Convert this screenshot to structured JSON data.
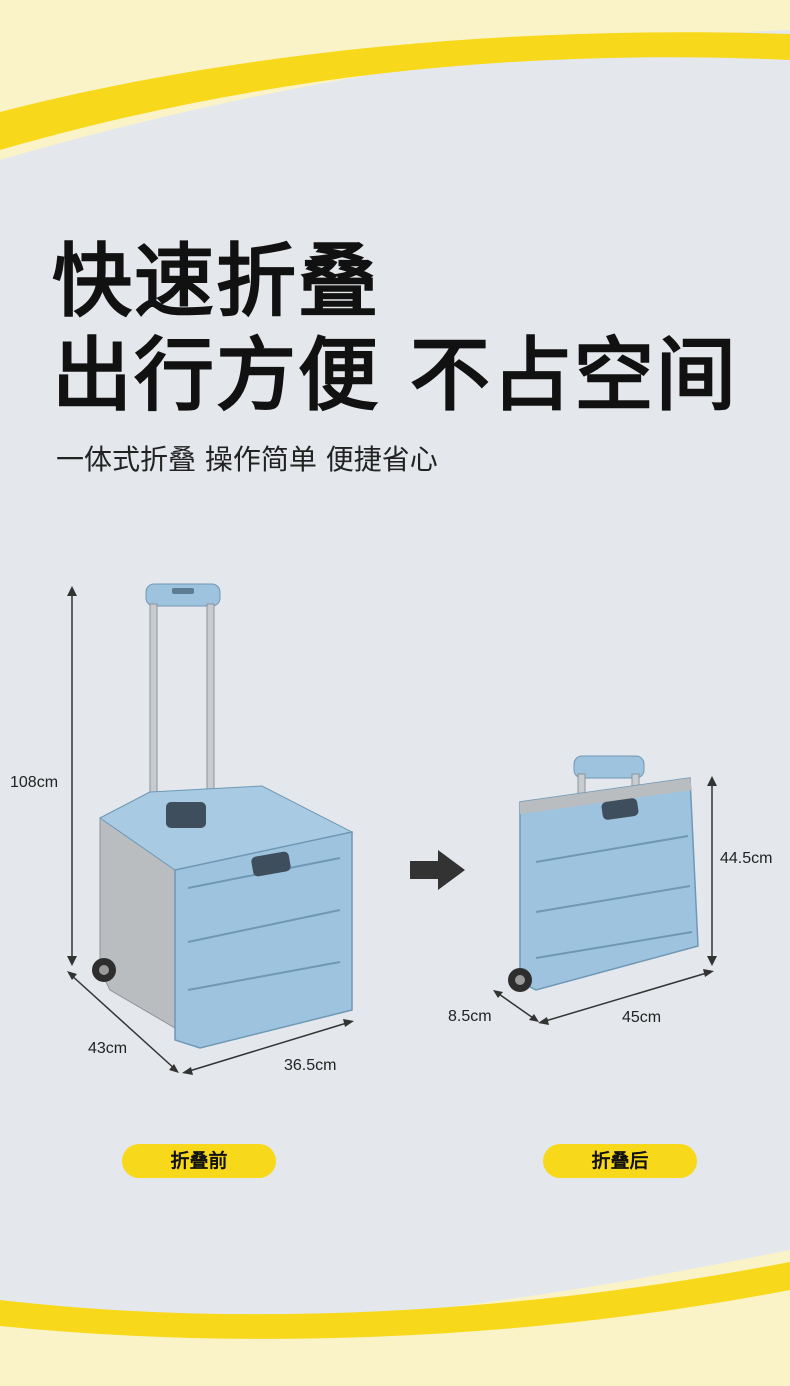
{
  "headline": {
    "line1": "快速折叠",
    "line2": "出行方便 不占空间"
  },
  "subline": "一体式折叠 操作简单 便捷省心",
  "before": {
    "height": "108cm",
    "depth": "43cm",
    "width": "36.5cm",
    "label": "折叠前"
  },
  "after": {
    "height": "44.5cm",
    "depth": "8.5cm",
    "width": "45cm",
    "label": "折叠后"
  },
  "colors": {
    "background": "#e4e8ec",
    "accent_yellow": "#f7d81a",
    "cart_blue": "#9ec3de",
    "cart_grey": "#b9bdc0",
    "arrow": "#333333"
  },
  "icons": {
    "arrow": "right-arrow-icon"
  }
}
